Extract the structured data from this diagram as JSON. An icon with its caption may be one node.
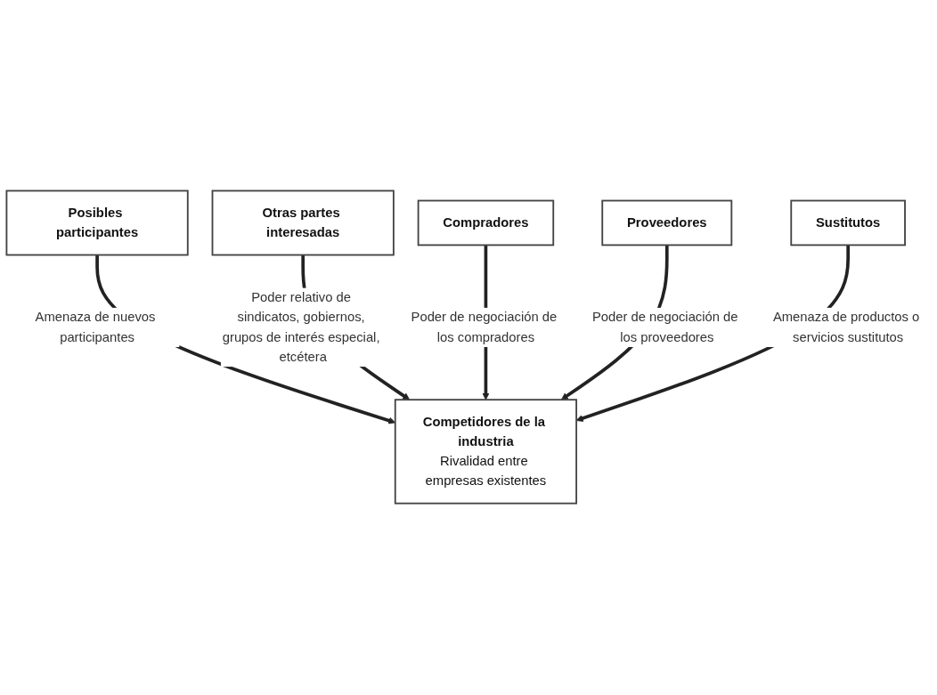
{
  "diagram": {
    "nodes": [
      {
        "text": [
          "Posibles participantes"
        ]
      },
      {
        "text": [
          "Otras partes interesadas"
        ]
      },
      {
        "text": [
          "Competidores de la industria",
          "Rivalidad entre empresas existentes"
        ]
      },
      {
        "text": [
          "Compradores"
        ]
      },
      {
        "text": [
          "Proveedores"
        ]
      },
      {
        "text": [
          "Sustitutos"
        ]
      }
    ],
    "edges": [
      {
        "from": 0,
        "to": 2,
        "arrow": "to",
        "label": "Amenaza de nuevos participantes"
      },
      {
        "from": 1,
        "to": 2,
        "arrow": "to",
        "label": "Poder relativo de sindicatos, gobiernos, grupos de interés especial, etcétera"
      },
      {
        "from": 3,
        "to": 2,
        "arrow": "to",
        "label": "Poder de negociación de los compradores"
      },
      {
        "from": 4,
        "to": 2,
        "arrow": "to",
        "label": "Poder de negociación de los proveedores"
      },
      {
        "from": 5,
        "to": 2,
        "arrow": "to",
        "label": "Amenaza de productos o servicios sustitutos"
      }
    ]
  }
}
